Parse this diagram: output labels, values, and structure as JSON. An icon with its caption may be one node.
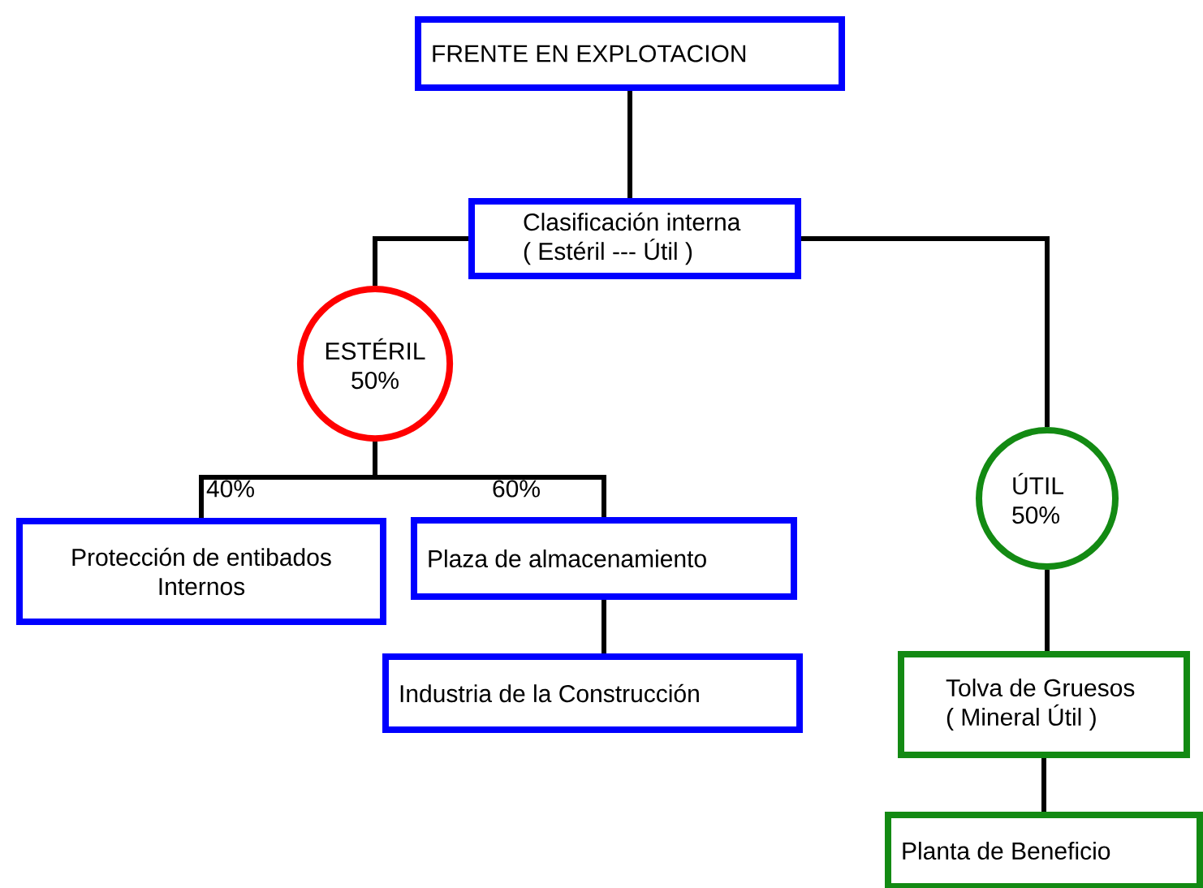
{
  "diagram": {
    "nodes": [
      {
        "text": [
          "FRENTE EN EXPLOTACION"
        ]
      },
      {
        "text": [
          "Clasificación interna ( Estéril --- Útil )"
        ]
      },
      {
        "text": [
          "ESTÉRIL 50%"
        ]
      },
      {
        "text": [
          "ÚTIL 50%"
        ]
      },
      {
        "text": [
          "Protección de entibados Internos"
        ]
      },
      {
        "text": [
          "Plaza de almacenamiento"
        ]
      },
      {
        "text": [
          "Industria de la Construcción"
        ]
      },
      {
        "text": [
          "Tolva de Gruesos ( Mineral Útil )"
        ]
      },
      {
        "text": [
          "Planta de Beneficio"
        ]
      }
    ],
    "edges": [
      {
        "from": 0,
        "to": 1,
        "arrow": "none"
      },
      {
        "from": 1,
        "to": 2,
        "arrow": "none"
      },
      {
        "from": 1,
        "to": 3,
        "arrow": "none"
      },
      {
        "from": 2,
        "to": 4,
        "arrow": "none"
      },
      {
        "from": 2,
        "to": 5,
        "arrow": "none"
      },
      {
        "from": 5,
        "to": 6,
        "arrow": "none"
      },
      {
        "from": 3,
        "to": 7,
        "arrow": "none"
      },
      {
        "from": 7,
        "to": 8,
        "arrow": "none"
      }
    ],
    "labels": [
      "40%",
      "60%"
    ]
  }
}
